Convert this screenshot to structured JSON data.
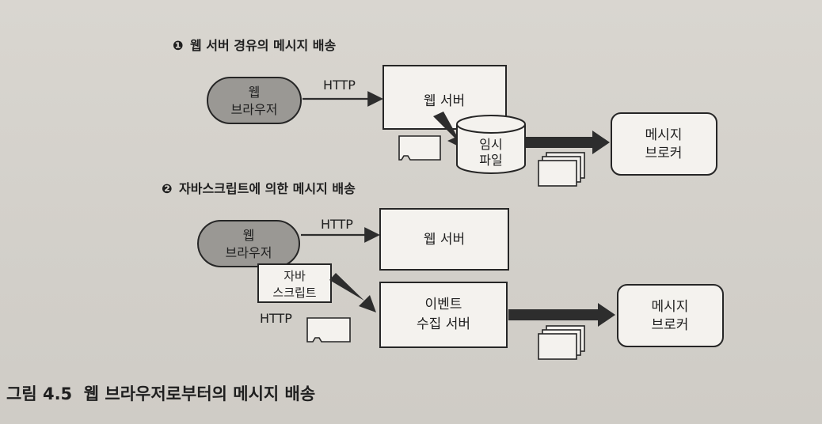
{
  "section1": {
    "marker": "❶",
    "title": "웹 서버 경유의 메시지 배송",
    "browser_line1": "웹",
    "browser_line2": "브라우저",
    "http": "HTTP",
    "web_server": "웹 서버",
    "temp_file_line1": "임시",
    "temp_file_line2": "파일",
    "broker_line1": "메시지",
    "broker_line2": "브로커"
  },
  "section2": {
    "marker": "❷",
    "title": "자바스크립트에 의한 메시지 배송",
    "browser_line1": "웹",
    "browser_line2": "브라우저",
    "http_top": "HTTP",
    "web_server": "웹 서버",
    "js_line1": "자바",
    "js_line2": "스크립트",
    "http_bottom": "HTTP",
    "event_server_line1": "이벤트",
    "event_server_line2": "수집 서버",
    "broker_line1": "메시지",
    "broker_line2": "브로커"
  },
  "caption": "그림 4.5  웹 브라우저로부터의 메시지 배송"
}
